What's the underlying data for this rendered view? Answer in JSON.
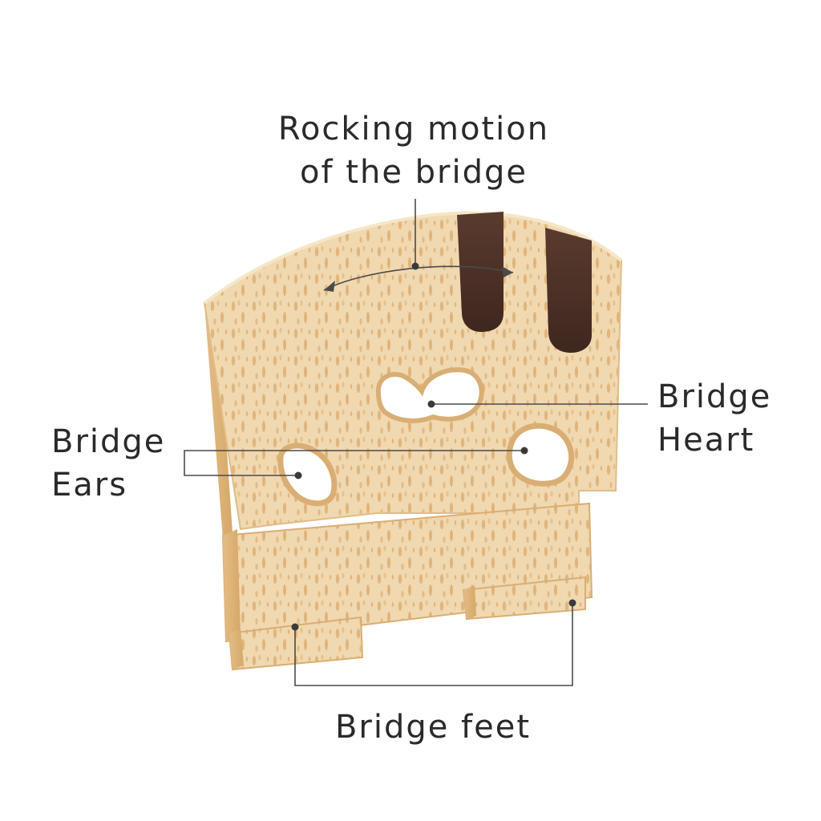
{
  "labels": {
    "rocking_line1": "Rocking motion",
    "rocking_line2": "of the bridge",
    "heart_line1": "Bridge",
    "heart_line2": "Heart",
    "ears_line1": "Bridge",
    "ears_line2": "Ears",
    "feet": "Bridge feet"
  },
  "colors": {
    "background": "#ffffff",
    "text": "#2a2a2a",
    "leader_line": "#4a4a4a",
    "maple_light": "#f2dcb8",
    "maple_mid": "#e6c08c",
    "maple_side": "#d9ae74",
    "ebony_inlay": "#4a3026"
  }
}
